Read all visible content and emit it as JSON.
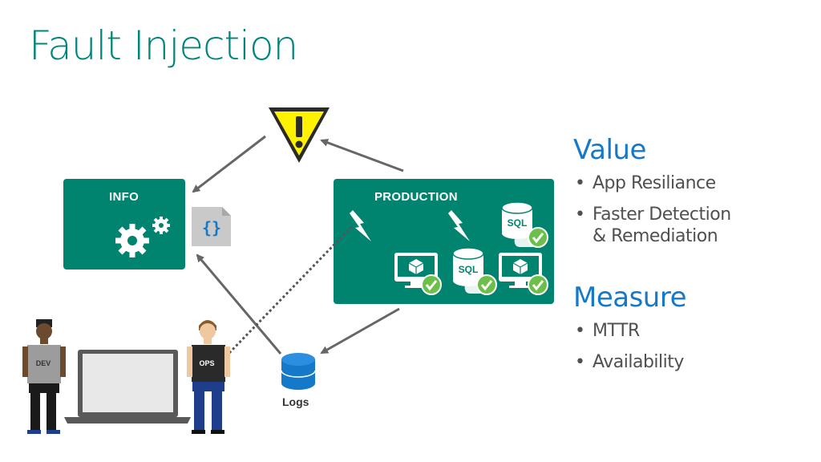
{
  "title": "Fault Injection",
  "info": {
    "label": "INFO"
  },
  "production": {
    "label": "PRODUCTION",
    "sql_labels": [
      "SQL",
      "SQL"
    ]
  },
  "logs": {
    "label": "Logs"
  },
  "people": {
    "dev_label": "DEV",
    "ops_label": "OPS"
  },
  "value": {
    "heading": "Value",
    "items": [
      "App Resiliance",
      "Faster Detection",
      "& Remediation"
    ]
  },
  "measure": {
    "heading": "Measure",
    "items": [
      "MTTR",
      "Availability"
    ]
  },
  "json_icon": {
    "glyph": "{}"
  },
  "colors": {
    "title": "#00857a",
    "box": "#00836f",
    "accent": "#1479c9",
    "check": "#6cc04a",
    "warning": "#fff200"
  }
}
